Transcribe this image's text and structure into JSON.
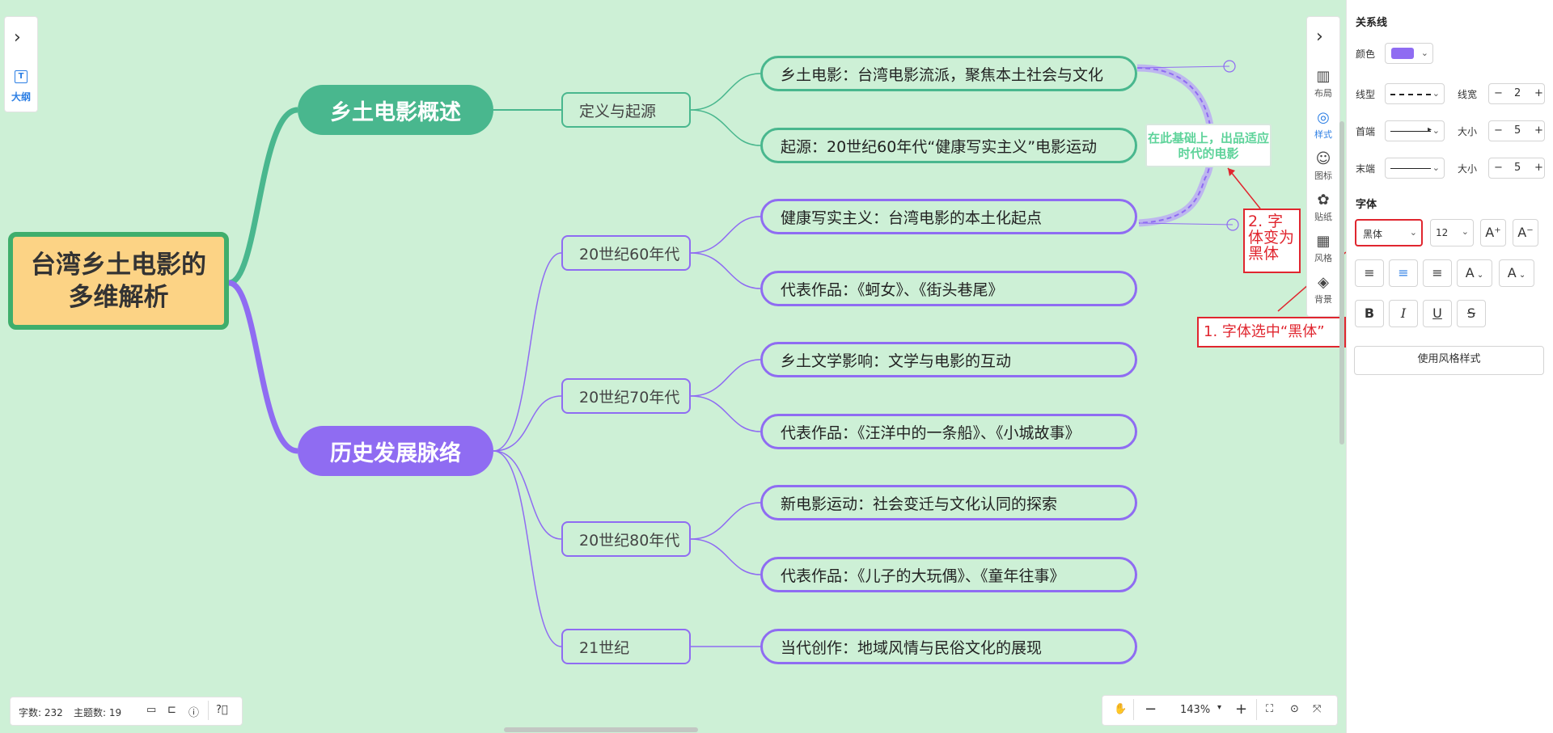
{
  "mindmap": {
    "root": "台湾乡土电影的多维解析",
    "branch_overview": "乡土电影概述",
    "branch_history": "历史发展脉络",
    "sub_definition": "定义与起源",
    "sub_60s": "20世纪60年代",
    "sub_70s": "20世纪70年代",
    "sub_80s": "20世纪80年代",
    "sub_21c": "21世纪",
    "leaf_def_1": "乡土电影：台湾电影流派，聚焦本土社会与文化",
    "leaf_def_2": "起源：20世纪60年代“健康写实主义”电影运动",
    "leaf_60_1": "健康写实主义：台湾电影的本土化起点",
    "leaf_60_2": "代表作品：《蚵女》、《街头巷尾》",
    "leaf_70_1": "乡土文学影响：文学与电影的互动",
    "leaf_70_2": "代表作品：《汪洋中的一条船》、《小城故事》",
    "leaf_80_1": "新电影运动：社会变迁与文化认同的探索",
    "leaf_80_2": "代表作品：《儿子的大玩偶》、《童年往事》",
    "leaf_21_1": "当代创作：地域风情与民俗文化的展现",
    "relation_label": "在此基础上，出品适应时代的电影"
  },
  "outline": {
    "label": "大纲"
  },
  "toolbar": {
    "layout": "布局",
    "style": "样式",
    "icon": "图标",
    "sticker": "贴纸",
    "theme": "风格",
    "background": "背景"
  },
  "panel": {
    "relation_title": "关系线",
    "color_label": "颜色",
    "line_type_label": "线型",
    "line_width_label": "线宽",
    "line_width_value": "2",
    "start_label": "首端",
    "start_size_label": "大小",
    "start_size_value": "5",
    "end_label": "末端",
    "end_size_label": "大小",
    "end_size_value": "5",
    "font_title": "字体",
    "font_family": "黑体",
    "font_size": "12",
    "use_style_button": "使用风格样式",
    "colors": {
      "relation": "#8f6cf2"
    }
  },
  "annotations": {
    "step1": "1. 字体选中“黑体”",
    "step2": "2. 字体变为黑体"
  },
  "status": {
    "word_count": "字数: 232",
    "topic_count": "主题数: 19"
  },
  "zoom": {
    "level": "143%"
  }
}
